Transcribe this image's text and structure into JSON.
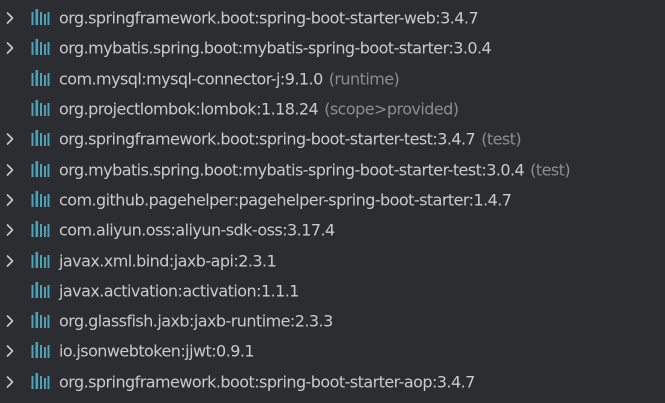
{
  "colors": {
    "background": "#2b2d30",
    "text": "#c8cacd",
    "scope_text": "#8a8d91",
    "library_icon": "#4aa3b8",
    "chevron": "#c8cacd"
  },
  "dependencies": [
    {
      "coordinate": "org.springframework.boot:spring-boot-starter-web:3.4.7",
      "scope": "",
      "expandable": true,
      "icon": "library-icon"
    },
    {
      "coordinate": "org.mybatis.spring.boot:mybatis-spring-boot-starter:3.0.4",
      "scope": "",
      "expandable": true,
      "icon": "library-icon"
    },
    {
      "coordinate": "com.mysql:mysql-connector-j:9.1.0",
      "scope": "(runtime)",
      "expandable": false,
      "icon": "library-icon"
    },
    {
      "coordinate": "org.projectlombok:lombok:1.18.24",
      "scope": "(scope>provided)",
      "expandable": false,
      "icon": "library-icon"
    },
    {
      "coordinate": "org.springframework.boot:spring-boot-starter-test:3.4.7",
      "scope": "(test)",
      "expandable": true,
      "icon": "library-icon"
    },
    {
      "coordinate": "org.mybatis.spring.boot:mybatis-spring-boot-starter-test:3.0.4",
      "scope": "(test)",
      "expandable": true,
      "icon": "library-icon"
    },
    {
      "coordinate": "com.github.pagehelper:pagehelper-spring-boot-starter:1.4.7",
      "scope": "",
      "expandable": true,
      "icon": "library-icon"
    },
    {
      "coordinate": "com.aliyun.oss:aliyun-sdk-oss:3.17.4",
      "scope": "",
      "expandable": true,
      "icon": "library-icon"
    },
    {
      "coordinate": "javax.xml.bind:jaxb-api:2.3.1",
      "scope": "",
      "expandable": true,
      "icon": "library-icon"
    },
    {
      "coordinate": "javax.activation:activation:1.1.1",
      "scope": "",
      "expandable": false,
      "icon": "library-icon"
    },
    {
      "coordinate": "org.glassfish.jaxb:jaxb-runtime:2.3.3",
      "scope": "",
      "expandable": true,
      "icon": "library-icon"
    },
    {
      "coordinate": "io.jsonwebtoken:jjwt:0.9.1",
      "scope": "",
      "expandable": true,
      "icon": "library-icon"
    },
    {
      "coordinate": "org.springframework.boot:spring-boot-starter-aop:3.4.7",
      "scope": "",
      "expandable": true,
      "icon": "library-icon"
    }
  ]
}
